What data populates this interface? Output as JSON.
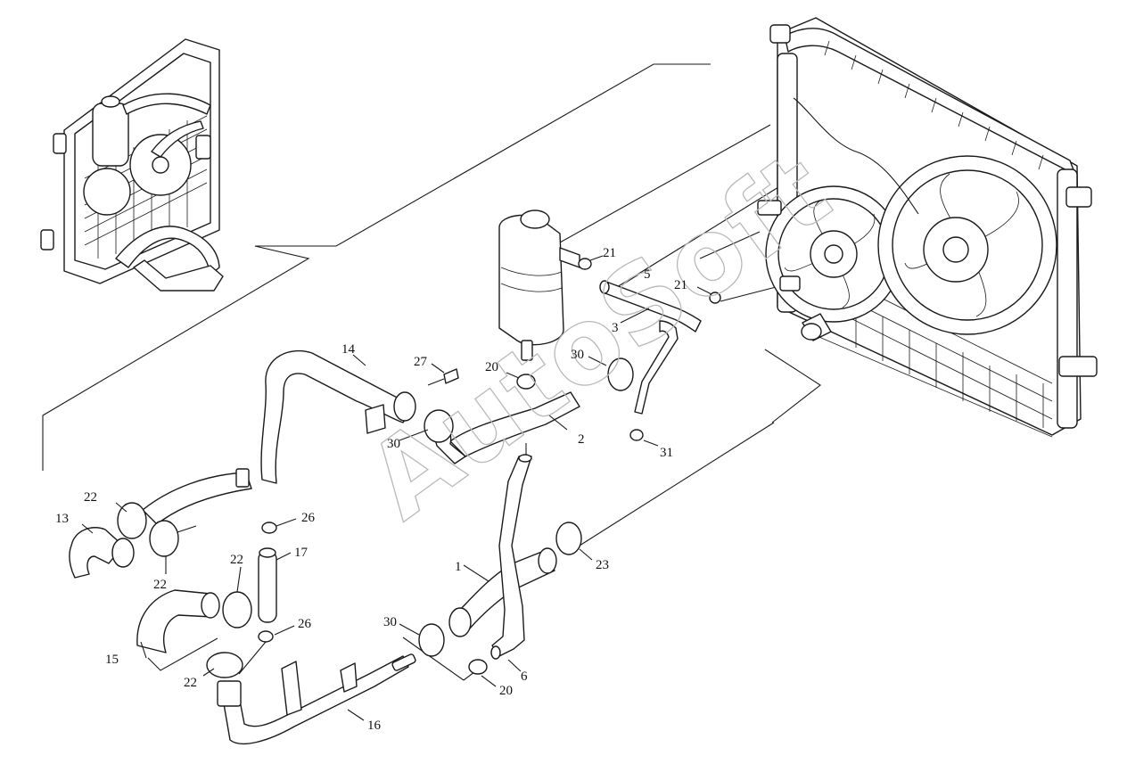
{
  "watermark": "AutoSoft",
  "callouts": [
    {
      "id": "c1",
      "text": "1"
    },
    {
      "id": "c2",
      "text": "2"
    },
    {
      "id": "c3",
      "text": "3"
    },
    {
      "id": "c5",
      "text": "5"
    },
    {
      "id": "c6",
      "text": "6"
    },
    {
      "id": "c13",
      "text": "13"
    },
    {
      "id": "c14",
      "text": "14"
    },
    {
      "id": "c15",
      "text": "15"
    },
    {
      "id": "c16",
      "text": "16"
    },
    {
      "id": "c17",
      "text": "17"
    },
    {
      "id": "c20a",
      "text": "20"
    },
    {
      "id": "c20b",
      "text": "20"
    },
    {
      "id": "c21a",
      "text": "21"
    },
    {
      "id": "c21b",
      "text": "21"
    },
    {
      "id": "c22a",
      "text": "22"
    },
    {
      "id": "c22b",
      "text": "22"
    },
    {
      "id": "c22c",
      "text": "22"
    },
    {
      "id": "c22d",
      "text": "22"
    },
    {
      "id": "c23",
      "text": "23"
    },
    {
      "id": "c26a",
      "text": "26"
    },
    {
      "id": "c26b",
      "text": "26"
    },
    {
      "id": "c27",
      "text": "27"
    },
    {
      "id": "c30a",
      "text": "30"
    },
    {
      "id": "c30b",
      "text": "30"
    },
    {
      "id": "c30c",
      "text": "30"
    },
    {
      "id": "c31",
      "text": "31"
    }
  ]
}
